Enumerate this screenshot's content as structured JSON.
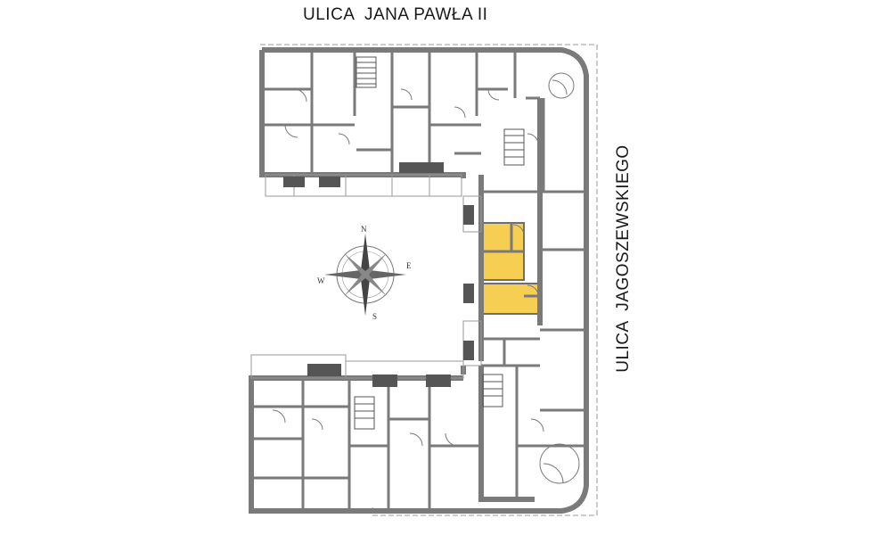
{
  "streets": {
    "north": "ULICA  JANA PAWŁA II",
    "east": "ULICA  JAGOSZEWSKIEGO"
  },
  "compass": {
    "north": "N",
    "east": "E",
    "south": "S",
    "west": "W"
  },
  "colors": {
    "wall": "#7a7a7a",
    "highlight": "#f6cf52",
    "stair": "#555555",
    "boundary": "#9a9a9a"
  },
  "highlighted_units": 2
}
